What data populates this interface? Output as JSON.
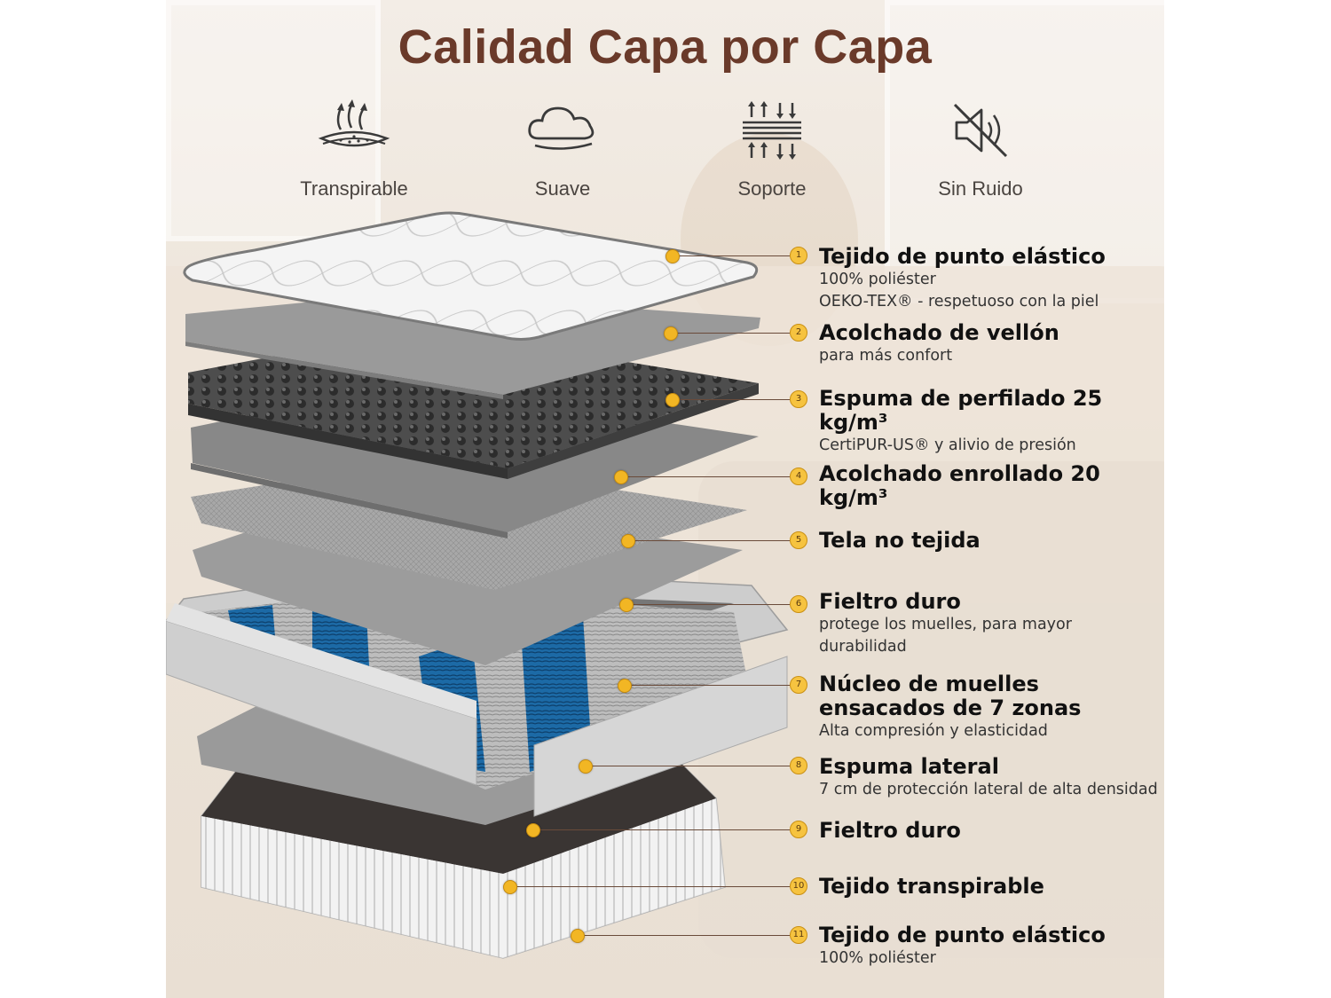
{
  "title": "Calidad Capa por Capa",
  "features": [
    {
      "icon": "breathable-icon",
      "label": "Transpirable"
    },
    {
      "icon": "cloud-icon",
      "label": "Suave"
    },
    {
      "icon": "support-icon",
      "label": "Soporte"
    },
    {
      "icon": "no-noise-icon",
      "label": "Sin Ruido"
    }
  ],
  "colors": {
    "title": "#6a3a2a",
    "accent": "#f2b624",
    "spring_blue": "#1c6aa6"
  },
  "layers": [
    {
      "num": "1",
      "title": "Tejido de punto elástico",
      "subs": [
        "100% poliéster",
        "OEKO-TEX® - respetuoso con la piel"
      ]
    },
    {
      "num": "2",
      "title": "Acolchado de vellón",
      "subs": [
        "para más confort"
      ]
    },
    {
      "num": "3",
      "title": "Espuma de perfilado 25 kg/m³",
      "subs": [
        "CertiPUR-US® y alivio de presión"
      ]
    },
    {
      "num": "4",
      "title": "Acolchado enrollado 20 kg/m³",
      "subs": []
    },
    {
      "num": "5",
      "title": "Tela no tejida",
      "subs": []
    },
    {
      "num": "6",
      "title": "Fieltro duro",
      "subs": [
        "protege los muelles, para mayor",
        "durabilidad"
      ]
    },
    {
      "num": "7",
      "title": "Núcleo de muelles ensacados de 7 zonas",
      "subs": [
        "Alta compresión y elasticidad"
      ]
    },
    {
      "num": "8",
      "title": "Espuma lateral",
      "subs": [
        "7 cm de protección lateral de alta densidad"
      ]
    },
    {
      "num": "9",
      "title": "Fieltro duro",
      "subs": []
    },
    {
      "num": "10",
      "title": "Tejido transpirable",
      "subs": []
    },
    {
      "num": "11",
      "title": "Tejido de punto elástico",
      "subs": [
        "100% poliéster"
      ]
    }
  ]
}
